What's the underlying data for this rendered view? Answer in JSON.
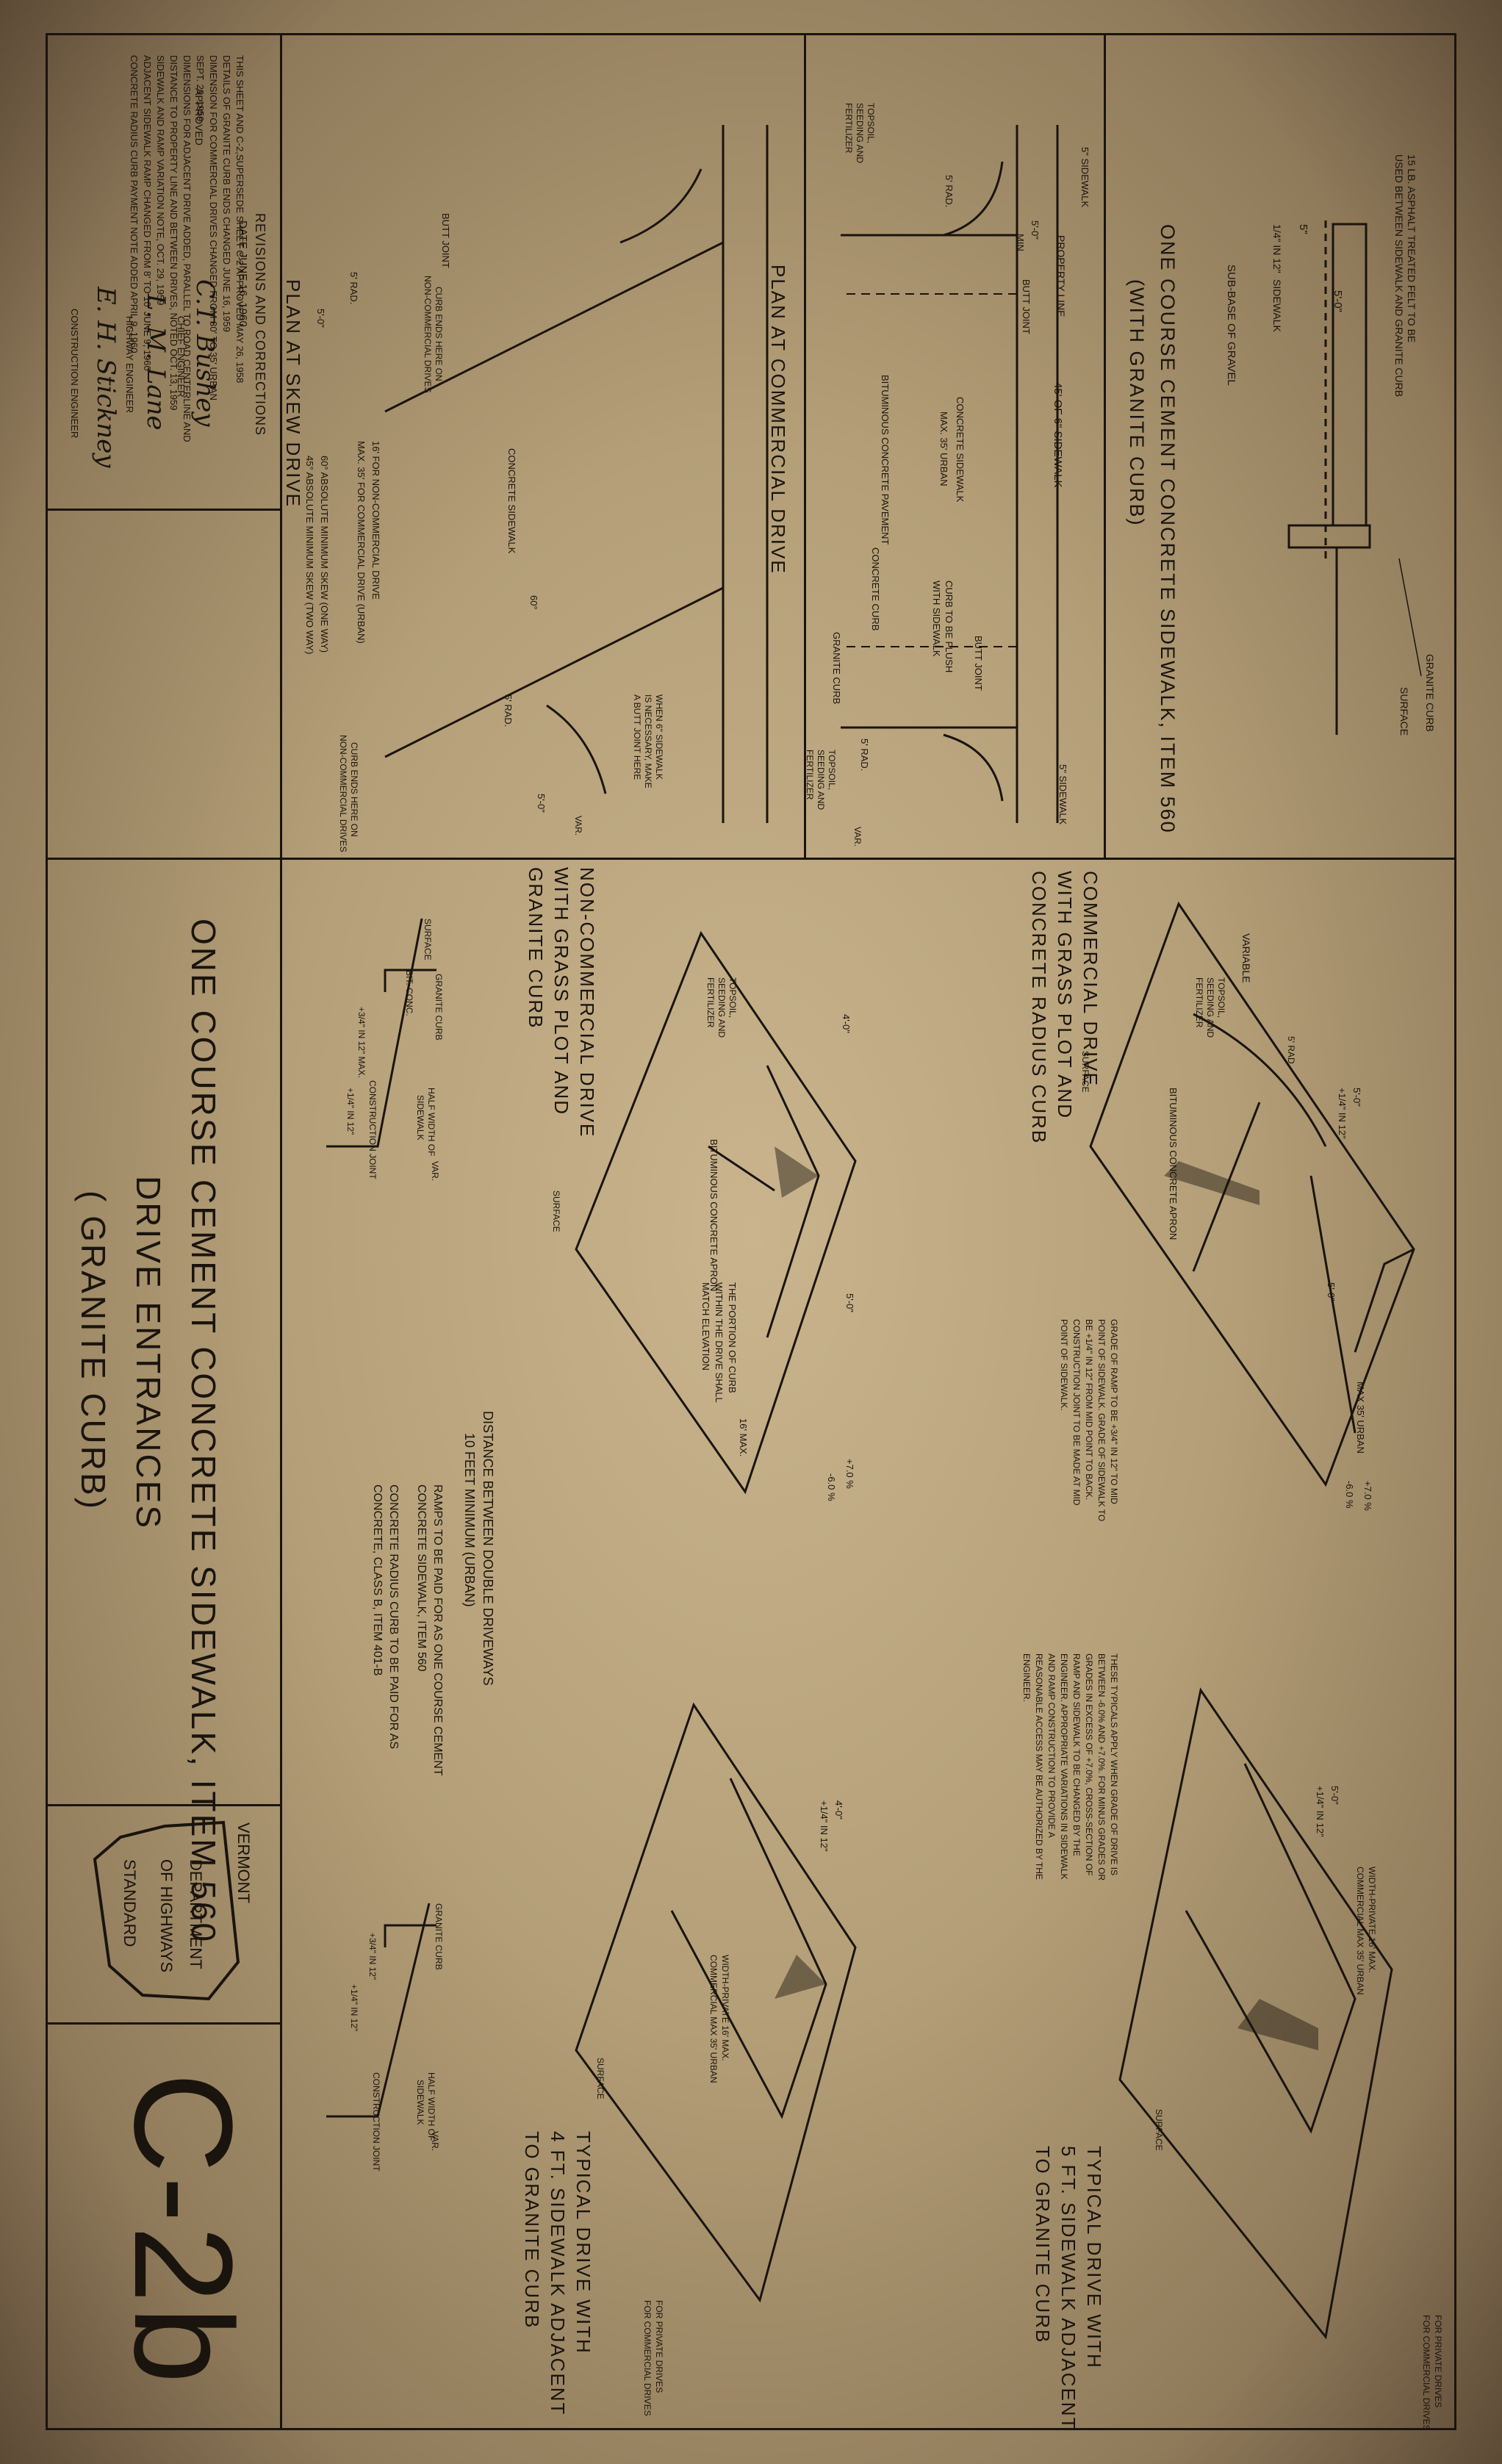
{
  "sheet": {
    "title_line1": "ONE COURSE CEMENT CONCRETE SIDEWALK, ITEM 560",
    "title_line2": "DRIVE    ENTRANCES",
    "title_line3": "( GRANITE CURB)",
    "sheet_number": "C-2b",
    "agency": {
      "state": "VERMONT",
      "dept": "DEPARTMENT",
      "of": "OF HIGHWAYS",
      "std": "STANDARD"
    }
  },
  "revisions": {
    "heading": "REVISIONS AND CORRECTIONS",
    "lines": [
      "THIS SHEET AND C-2,SUPERSEDE SHEET C-2 APPROVED MAY 26, 1958",
      "DETAILS OF GRANITE CURB ENDS CHANGED JUNE 16, 1959",
      "DIMENSION FOR COMMERCIAL DRIVES CHANGED FROM 30' TO 35' URBAN",
      "SEPT. 29, 1959",
      "DIMENSIONS FOR ADJACENT DRIVE ADDED, PARALLEL TO ROAD CENTERLINE AND",
      "DISTANCE TO PROPERTY LINE AND BETWEEN DRIVES, NOTED OCT. 13, 1959",
      "SIDEWALK AND RAMP VARIATION NOTE, OCT. 29, 1959",
      "ADJACENT SIDEWALK RAMP CHANGED FROM 8' TO 10' JUNE 9, 1960",
      "CONCRETE RADIUS CURB PAYMENT NOTE ADDED APRIL 9, 1960"
    ]
  },
  "approval": {
    "approved": "APPROVED",
    "date": "DATE  JUNE 16, 1960",
    "chief_engineer": "CHIEF   ENGINEER",
    "highway_engineer": "HIGHWAY   ENGINEER",
    "construction_engineer": "CONSTRUCTION   ENGINEER",
    "sig1": "C.T. Bushey",
    "sig2": "L. M. Lane",
    "sig3": "E. H. Stickney"
  },
  "section": {
    "title1": "ONE COURSE CEMENT CONCRETE SIDEWALK, ITEM 560",
    "title2": "(WITH  GRANITE  CURB)",
    "note_felt": "15 LB. ASPHALT TREATED FELT TO BE",
    "note_felt2": "USED BETWEEN SIDEWALK AND GRANITE CURB",
    "dim_width": "5'-0\"",
    "dim_depth": "5\"",
    "slope": "1/4\" IN 12\"",
    "sidewalk": "SIDEWALK",
    "subbase": "SUB-BASE OF GRAVEL",
    "granite_curb": "GRANITE CURB",
    "surface": "SURFACE"
  },
  "plan_commercial": {
    "title": "PLAN  AT  COMMERCIAL  DRIVE",
    "property_line": "PROPERTY  LINE",
    "dim_5_0": "5'-0\"",
    "min": "MIN.",
    "butt_joint": "BUTT JOINT",
    "sidewalk_5": "5\" SIDEWALK",
    "sidewalk_45": "45' OF 6\" SIDEWALK",
    "concrete_sidewalk": "CONCRETE SIDEWALK",
    "max_35": "MAX. 35' URBAN",
    "bituminous": "BITUMINOUS CONCRETE PAVEMENT",
    "concrete_curb": "CONCRETE CURB",
    "granite_curb": "GRANITE CURB",
    "curb_flush": "CURB TO BE FLUSH",
    "with_sidewalk": "WITH SIDEWALK",
    "rad": "5' RAD.",
    "topsoil": "TOPSOIL,",
    "seeding": "SEEDING AND",
    "fertilizer": "FERTILIZER",
    "var": "VAR."
  },
  "plan_skew": {
    "title": "PLAN  AT  SKEW  DRIVE",
    "butt_joint": "BUTT JOINT",
    "concrete_sidewalk": "CONCRETE  SIDEWALK",
    "note_16": "16' FOR NON-COMMERCIAL DRIVE",
    "note_35": "MAX. 35' FOR COMMERCIAL DRIVE (URBAN)",
    "angle_60": "60°",
    "abs_60": "60°   ABSOLUTE MINIMUM SKEW (ONE WAY)",
    "abs_45": "45°   ABSOLUTE MINIMUM SKEW (TWO WAY)",
    "curb_ends1": "CURB ENDS HERE ON",
    "curb_ends2": "NON-COMMERCIAL DRIVES",
    "when6_1": "WHEN 6\" SIDEWALK",
    "when6_2": "IS NECESSARY, MAKE",
    "when6_3": "A BUTT JOINT HERE",
    "rad": "5' RAD.",
    "dim": "5'-0\"",
    "var": "VAR."
  },
  "iso_commercial": {
    "title1": "COMMERCIAL DRIVE",
    "title2": "WITH GRASS PLOT AND",
    "title3": "CONCRETE RADIUS CURB",
    "variable": "VARIABLE",
    "topsoil": "TOPSOIL,",
    "seeding": "SEEDING AND",
    "fertilizer": "FERTILIZER",
    "rad": "5' RAD.",
    "apron": "BITUMINOUS CONCRETE APRON",
    "surface": "SURFACE",
    "max35": "MAX 35' URBAN",
    "pct1": "+7.0 %",
    "pct2": "-6.0 %",
    "d5": "5'-0\"",
    "slope": "+1/4\" IN 12\"",
    "ramp_note": "GRADE OF RAMP TO BE +3/4\" IN 12\" TO MID POINT OF SIDEWALK. GRADE OF SIDEWALK TO BE +1/4\" IN 12\" FROM MID POINT TO BACK. CONSTRUCTION JOINT TO BE MADE AT MID POINT OF SIDEWALK."
  },
  "iso_noncommercial": {
    "title1": "NON-COMMERCIAL DRIVE",
    "title2": "WITH GRASS PLOT AND",
    "title3": "GRANITE CURB",
    "topsoil": "TOPSOIL,",
    "seeding": "SEEDING AND",
    "fertilizer": "FERTILIZER",
    "apron": "BITUMINOUS CONCRETE APRON",
    "surface": "SURFACE",
    "portion": "THE PORTION OF CURB",
    "portion2": "WITHIN THE DRIVE SHALL",
    "portion3": "MATCH ELEVATION",
    "max16": "16' MAX.",
    "pct1": "+7.0 %",
    "pct2": "-6.0 %",
    "d4": "4'-0\"",
    "d5": "5'-0\""
  },
  "notes_mid": {
    "dist1": "DISTANCE BETWEEN DOUBLE DRIVEWAYS",
    "dist2": "10 FEET MINIMUM (URBAN)",
    "ramps1": "RAMPS TO BE PAID FOR AS ONE COURSE CEMENT",
    "ramps2": "CONCRETE SIDEWALK, ITEM 560",
    "radius1": "CONCRETE RADIUS CURB TO BE PAID FOR AS",
    "radius2": "CONCRETE, CLASS B, ITEM 401-B"
  },
  "typicals_note": "THESE TYPICALS APPLY WHEN GRADE OF DRIVE IS BETWEEN -6.0% AND +7.0%. FOR MINUS GRADES OR GRADES IN EXCESS OF +7.0%, CROSS-SECTION OF RAMP AND SIDEWALK TO BE CHANGED BY THE ENGINEER. APPROPRIATE VARIATIONS IN SIDEWALK AND RAMP CONSTRUCTION TO PROVIDE A REASONABLE ACCESS MAY BE AUTHORIZED BY THE ENGINEER.",
  "iso_5ft": {
    "title1": "TYPICAL DRIVE WITH",
    "title2": "5 FT. SIDEWALK ADJACENT",
    "title3": "TO GRANITE CURB",
    "width_priv": "WIDTH-PRIVATE 16' MAX.",
    "width_com": "COMMERCIAL MAX 35' URBAN",
    "for_private": "FOR PRIVATE DRIVES",
    "for_commercial": "FOR COMMERCIAL DRIVES",
    "surface": "SURFACE",
    "d5": "5'-0\"",
    "slope": "+1/4\" IN 12\""
  },
  "iso_4ft": {
    "title1": "TYPICAL DRIVE WITH",
    "title2": "4 FT. SIDEWALK ADJACENT",
    "title3": "TO GRANITE CURB",
    "width_priv": "WIDTH-PRIVATE 16' MAX.",
    "width_com": "COMMERCIAL MAX 35' URBAN",
    "for_private": "FOR PRIVATE DRIVES",
    "for_commercial": "FOR COMMERCIAL DRIVES",
    "surface": "SURFACE",
    "d4": "4'-0\"",
    "slope": "+1/4\" IN 12\""
  },
  "sec_left": {
    "surface": "SURFACE",
    "slope34": "+3/4\" IN 12\" MAX.",
    "slope14": "+1/4\" IN 12\"",
    "constr": "CONSTRUCTION JOINT",
    "granite": "GRANITE CURB",
    "bit": "BIT. CONC.",
    "half": "HALF WIDTH OF",
    "half2": "SIDEWALK",
    "var": "VAR."
  },
  "sec_right": {
    "slope34": "+3/4\" IN 12\"",
    "slope14": "+1/4\" IN 12\"",
    "constr": "CONSTRUCTION JOINT",
    "granite": "GRANITE CURB",
    "half": "HALF WIDTH OF",
    "half2": "SIDEWALK",
    "var": "VAR."
  }
}
